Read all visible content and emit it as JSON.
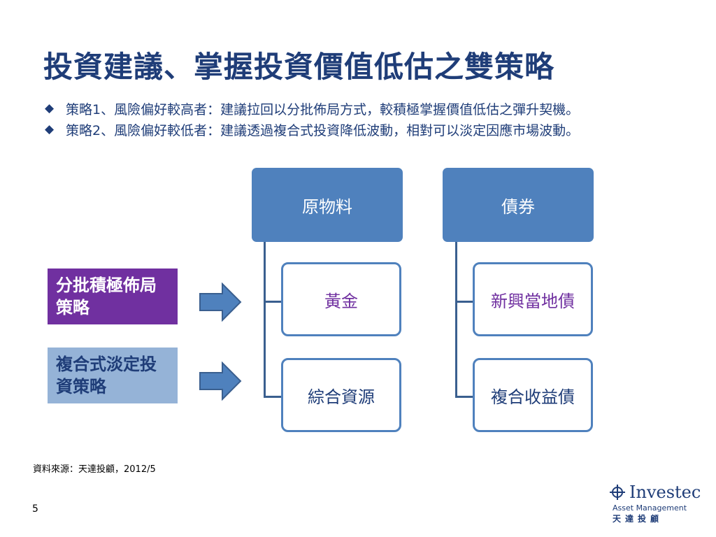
{
  "title": "投資建議、掌握投資價值低估之雙策略",
  "bullets": [
    "策略1、風險偏好較高者：建議拉回以分批佈局方式，較積極掌握價值低估之彈升契機。",
    "策略2、風險偏好較低者：建議透過複合式投資降低波動，相對可以淡定因應市場波動。"
  ],
  "strategies": [
    {
      "label": "分批積極佈局策略",
      "bg": "#7030a0",
      "color": "#ffffff"
    },
    {
      "label": "複合式淡定投資策略",
      "bg": "#95b3d7",
      "color": "#1f3d78"
    }
  ],
  "columns": [
    {
      "header": "原物料",
      "items": [
        {
          "label": "黃金",
          "color": "#7030a0"
        },
        {
          "label": "綜合資源",
          "color": "#1f3d78"
        }
      ]
    },
    {
      "header": "債券",
      "items": [
        {
          "label": "新興當地債",
          "color": "#7030a0"
        },
        {
          "label": "複合收益債",
          "color": "#1f3d78"
        }
      ]
    }
  ],
  "colors": {
    "accent": "#4f81bd",
    "title": "#1f3d78",
    "purple": "#7030a0",
    "light_blue": "#95b3d7"
  },
  "source": "資料來源：天達投顧，2012/5",
  "page_number": "5",
  "logo": {
    "icon": "investec-zebra-icon",
    "name": "Investec",
    "subtitle": "Asset Management",
    "chinese": "天達投顧"
  }
}
